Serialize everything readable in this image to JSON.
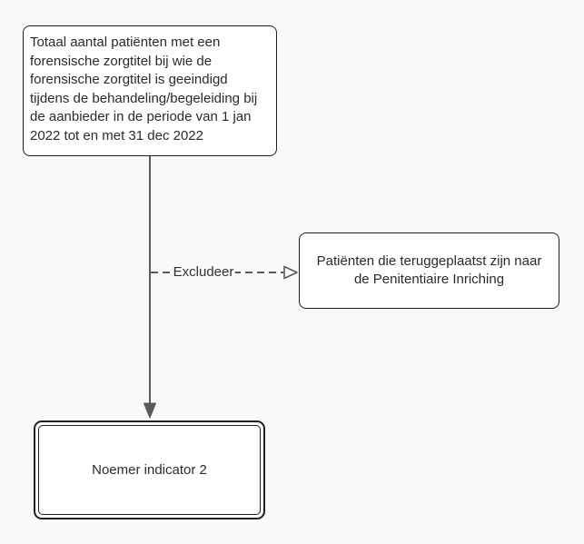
{
  "colors": {
    "page_bg": "#faf9f7",
    "node_fill": "#fefefe",
    "node_border": "#1f1f1f",
    "arrow": "#5a5a5a",
    "text": "#2b2b2b"
  },
  "diagram": {
    "type": "flowchart",
    "nodes": [
      {
        "id": "source-population",
        "shape": "rounded-rectangle",
        "label": "Totaal aantal patiënten met een\nforensische zorgtitel bij wie de\nforensische zorgtitel is geeindigd\ntijdens de behandeling/begeleiding bij\nde aanbieder in de periode van 1 jan\n2022 tot en met 31 dec 2022"
      },
      {
        "id": "exclusion",
        "shape": "rounded-rectangle",
        "label": "Patiënten die teruggeplaatst zijn naar\nde Penitentiaire Inriching"
      },
      {
        "id": "result",
        "shape": "double-border-rounded-rectangle",
        "label": "Noemer indicator 2"
      }
    ],
    "edges": [
      {
        "from": "source-population",
        "to": "result",
        "style": "solid-filled-arrow",
        "label": ""
      },
      {
        "from": "source-population",
        "to": "exclusion",
        "style": "dashed-open-arrow",
        "label": "Excludeer"
      }
    ]
  }
}
